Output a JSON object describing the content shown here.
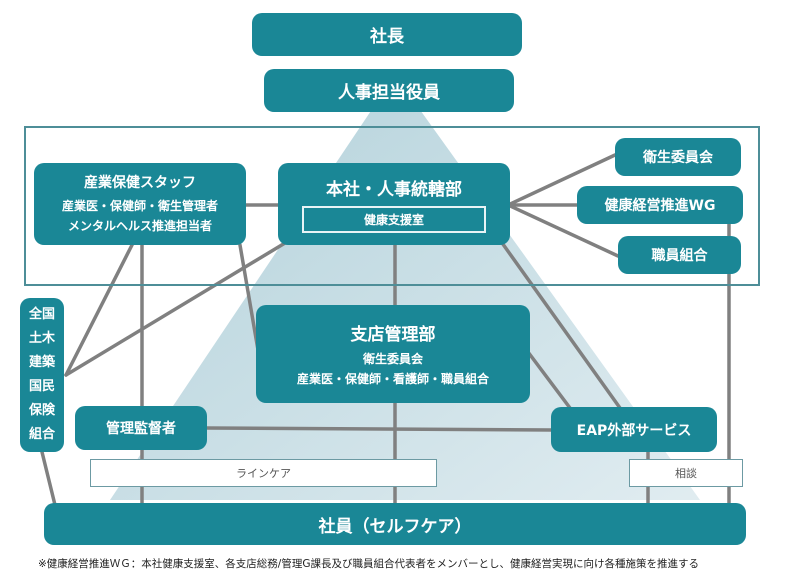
{
  "colors": {
    "node": "#1a8796",
    "line": "#808080",
    "pyramid": "#a9ccd6",
    "frame": "#4e8e98"
  },
  "nodes": {
    "president": "社長",
    "hr_executive": "人事担当役員",
    "occupational_health_staff": {
      "title": "産業保健スタッフ",
      "line1": "産業医・保健師・衛生管理者",
      "line2": "メンタルヘルス推進担当者"
    },
    "hq_hr": {
      "title": "本社・人事統轄部",
      "sub": "健康支援室"
    },
    "health_committee": "衛生委員会",
    "health_wg": "健康経営推進WG",
    "staff_union": "職員組合",
    "insurance_union": [
      "全国",
      "土木",
      "建築",
      "国民",
      "保険",
      "組合"
    ],
    "branch_mgmt": {
      "title": "支店管理部",
      "line1": "衛生委員会",
      "line2": "産業医・保健師・看護師・職員組合"
    },
    "supervisors": "管理監督者",
    "eap": "EAP外部サービス",
    "employees": "社員（セルフケア）"
  },
  "labels": {
    "line_care": "ラインケア",
    "consultation": "相談"
  },
  "footnote": "※健康経営推進ＷＧ：本社健康支援室、各支店総務/管理G課長及び職員組合代表者をメンバーとし、健康経営実現に向け各種施策を推進する"
}
